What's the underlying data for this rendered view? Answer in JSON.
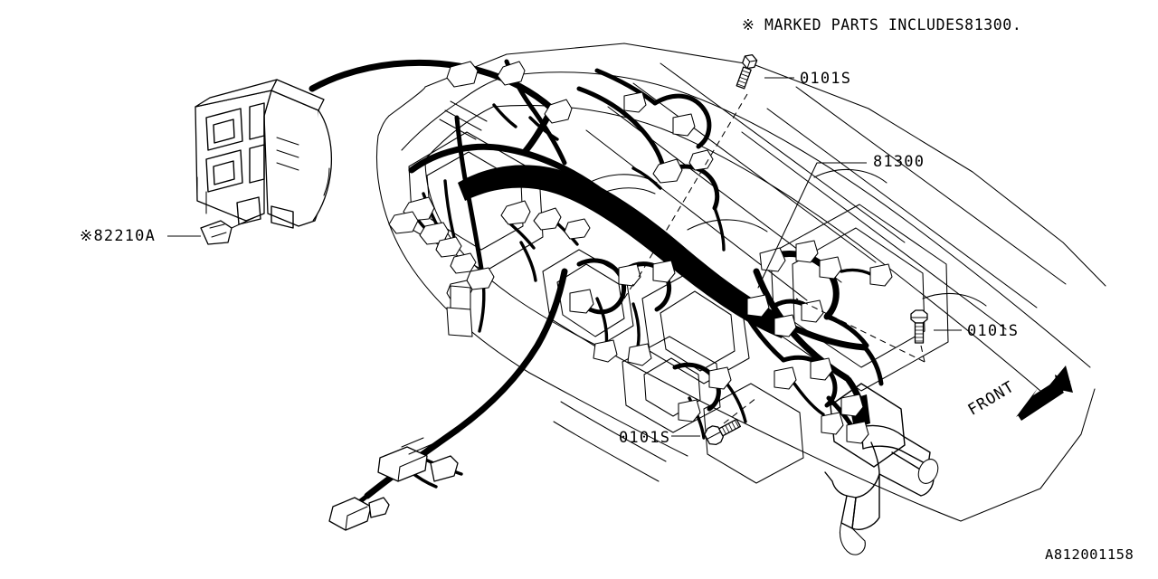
{
  "diagram": {
    "note": "※ MARKED PARTS INCLUDES81300.",
    "document_id": "A812001158",
    "orientation_label": "FRONT",
    "callouts": [
      {
        "name": "bolt-top",
        "label": "0101S"
      },
      {
        "name": "harness-main",
        "label": "81300"
      },
      {
        "name": "bolt-right",
        "label": "0101S"
      },
      {
        "name": "bolt-bottom",
        "label": "0101S"
      },
      {
        "name": "junction-block",
        "label": "※82210A"
      }
    ],
    "icons": {
      "front_arrow": "arrow-right-icon",
      "bolt": "bolt-icon",
      "asterisk_mark": "reference-mark-icon"
    },
    "colors": {
      "line": "#000000",
      "background": "#ffffff",
      "harness": "#000000"
    }
  }
}
